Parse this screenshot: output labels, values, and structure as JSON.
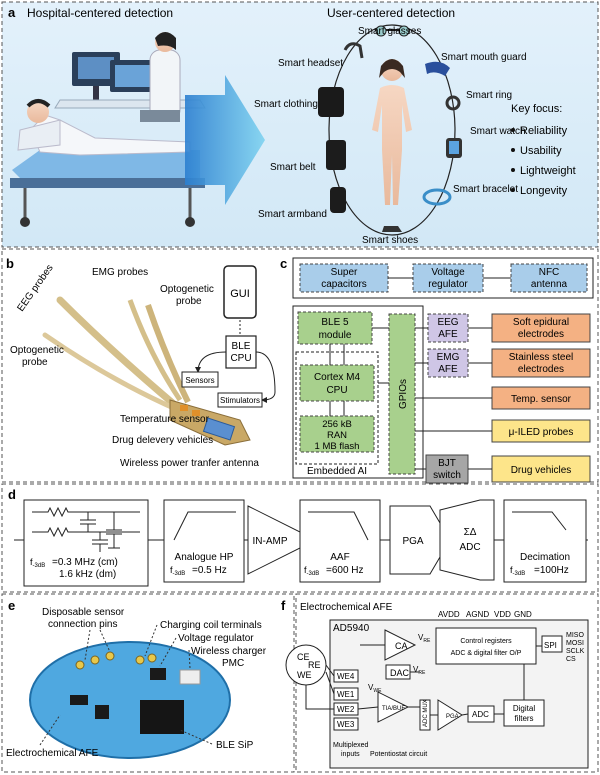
{
  "panel_a": {
    "letter": "a",
    "left_title": "Hospital-centered detection",
    "right_title": "User-centered detection",
    "devices": {
      "glasses": "Smart glasses",
      "headset": "Smart headset",
      "mouth_guard": "Smart mouth guard",
      "clothing": "Smart clothing",
      "ring": "Smart ring",
      "watch": "Smart watch",
      "belt": "Smart belt",
      "bracelet": "Smart bracelet",
      "armband": "Smart armband",
      "shoes": "Smart shoes"
    },
    "focus_title": "Key focus:",
    "focus_items": [
      "Reliability",
      "Usability",
      "Lightweight",
      "Longevity"
    ]
  },
  "panel_b": {
    "letter": "b",
    "labels": {
      "emg": "EMG probes",
      "eeg": "EEG probes",
      "opto_top_1": "Optogenetic",
      "opto_top_2": "probe",
      "opto_left_1": "Optogenetic",
      "opto_left_2": "probe",
      "temp": "Temperature sensor",
      "drug": "Drug delevery vehicles",
      "wireless": "Wireless power tranfer antenna",
      "gui": "GUI",
      "ble": "BLE",
      "cpu": "CPU",
      "sensors": "Sensors",
      "stimulators": "Stimulators"
    }
  },
  "panel_c": {
    "letter": "c",
    "top": {
      "supercap_1": "Super",
      "supercap_2": "capacitors",
      "vreg_1": "Voltage",
      "vreg_2": "regulator",
      "nfc_1": "NFC",
      "nfc_2": "antenna"
    },
    "ble_1": "BLE 5",
    "ble_2": "module",
    "cortex_1": "Cortex M4",
    "cortex_2": "CPU",
    "mem_1": "256 kB",
    "mem_2": "RAN",
    "mem_3": "1 MB flash",
    "embedded": "Embedded AI",
    "gpios": "GPIOs",
    "afe": {
      "eeg_1": "EEG",
      "eeg_2": "AFE",
      "emg_1": "EMG",
      "emg_2": "AFE",
      "bjt_1": "BJT",
      "bjt_2": "switch"
    },
    "outputs": {
      "soft_1": "Soft epidural",
      "soft_2": "electrodes",
      "steel_1": "Stainless steel",
      "steel_2": "electrodes",
      "temp": "Temp. sensor",
      "iled": "μ-ILED probes",
      "drug": "Drug vehicles"
    },
    "colors": {
      "blue": "#a9cdea",
      "green": "#a8d08d",
      "purple": "#cfc6e6",
      "orange": "#f4b183",
      "yellow": "#fde58a",
      "gray": "#a6a6a6"
    }
  },
  "panel_d": {
    "letter": "d",
    "filter_f1": "=0.3 MHz (cm)",
    "filter_f2": "1.6 kHz (dm)",
    "f3db_prefix": "f",
    "f3db_sub": "-3dB",
    "hp_title": "Analogue HP",
    "hp_val": "=0.5 Hz",
    "inamp": "IN-AMP",
    "aaf_title": "AAF",
    "aaf_val": "=600 Hz",
    "pga": "PGA",
    "adc_1": "ΣΔ",
    "adc_2": "ADC",
    "dec_title": "Decimation",
    "dec_val": "=100Hz"
  },
  "panel_e": {
    "letter": "e",
    "labels": {
      "pins_1": "Disposable sensor",
      "pins_2": "connection pins",
      "coil": "Charging coil terminals",
      "vreg": "Voltage regulator",
      "charger_1": "Wireless charger",
      "charger_2": "PMC",
      "afe": "Electrochemical AFE",
      "ble": "BLE SiP"
    }
  },
  "panel_f": {
    "letter": "f",
    "title": "Electrochemical AFE",
    "chip": "AD5940",
    "pins": [
      "AVDD",
      "AGND",
      "VDD",
      "GND"
    ],
    "electrodes": [
      "CE",
      "RE",
      "WE"
    ],
    "we_inputs": [
      "WE4",
      "WE1",
      "WE2",
      "WE3"
    ],
    "ca": "CA",
    "dac": "DAC",
    "vre": "V",
    "vre_sub": "RE",
    "vwe_sub": "WE",
    "tia": "TIA/BUF",
    "pga": "PGA",
    "adc": "ADC",
    "adcmux": "ADC MUX",
    "digital_1": "Digital",
    "digital_2": "filters",
    "ctrl_1": "Control registers",
    "ctrl_2": "ADC & digital filter O/P",
    "spi": "SPI",
    "spi_pins": [
      "MISO",
      "MOSI",
      "SCLK",
      "CS"
    ],
    "multiplexed_1": "Multiplexed",
    "multiplexed_2": "inputs",
    "potentiostat": "Potentiostat circuit"
  }
}
